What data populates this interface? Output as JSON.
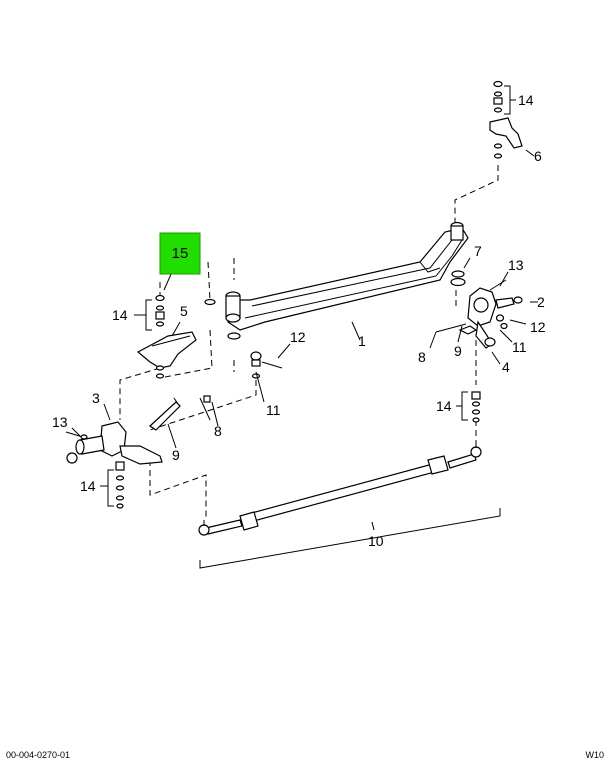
{
  "diagram": {
    "callouts": {
      "c1": "1",
      "c2": "2",
      "c3": "3",
      "c4": "4",
      "c5": "5",
      "c6": "6",
      "c7": "7",
      "c8_left": "8",
      "c8_right": "8",
      "c9_left": "9",
      "c9_right": "9",
      "c10": "10",
      "c11_left": "11",
      "c11_right": "11",
      "c12_left": "12",
      "c12_right": "12",
      "c13_left": "13",
      "c13_right": "13",
      "c14_top": "14",
      "c14_leftmid": "14",
      "c14_leftbottom": "14",
      "c14_right": "14"
    },
    "highlighted_callout": "15",
    "highlight_color": "#22dd00",
    "footer_left": "00-004-0270-01",
    "footer_right": "W10"
  }
}
